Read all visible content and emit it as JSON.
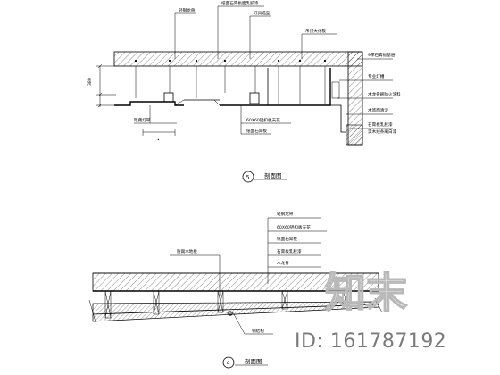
{
  "section5": {
    "number": "5",
    "title": "剖面图",
    "callouts": {
      "top_left": "轻钢龙骨",
      "top_mid": "纸面石膏板面乳胶漆",
      "top_mid2": "灯具选型",
      "top_right": "吊顶天花板",
      "right_1": "9厚石膏板基层",
      "right_2": "专业灯槽",
      "right_3": "木龙骨刷防火涂料",
      "right_4": "木饰面清漆",
      "right_5a": "石膏板乳胶漆",
      "right_5b": "实木线条刷白漆",
      "bottom_left": "暗藏灯带",
      "bottom_mid1": "60X60铝扣板天花",
      "bottom_mid2": "纸面石膏板"
    }
  },
  "section4": {
    "number": "4",
    "title": "剖面图",
    "callouts": {
      "top_1": "轻钢龙骨",
      "top_2": "60X60铝扣板天花",
      "top_3": "纸面石膏板",
      "top_4": "石膏板乳胶漆",
      "top_5": "木龙骨",
      "left": "防腐木地板",
      "bottom": "钢结构"
    }
  },
  "watermark": {
    "brand": "知末",
    "id_text": "ID: 161787192"
  }
}
